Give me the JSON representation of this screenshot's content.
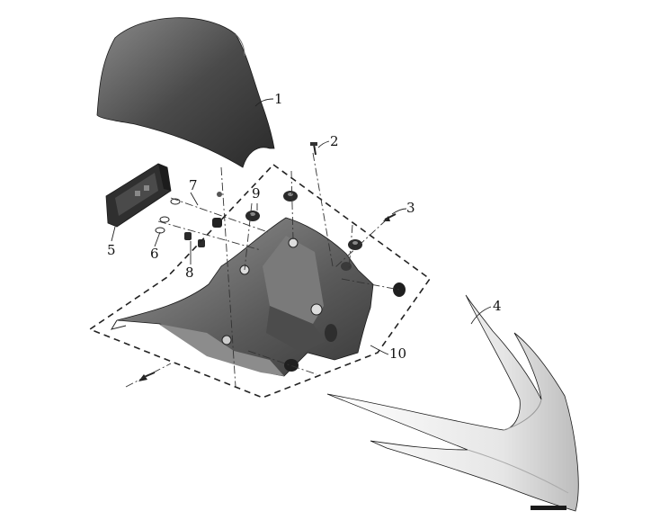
{
  "callouts": {
    "c1": "1",
    "c2": "2",
    "c3": "3",
    "c4": "4",
    "c5": "5",
    "c6": "6",
    "c7": "7",
    "c8": "8",
    "c9": "9",
    "c10": "10"
  },
  "colors": {
    "dark_part": "#3a3a3a",
    "mid_part": "#6e6e6e",
    "light_part": "#e9e9e9",
    "lines": "#222222"
  }
}
